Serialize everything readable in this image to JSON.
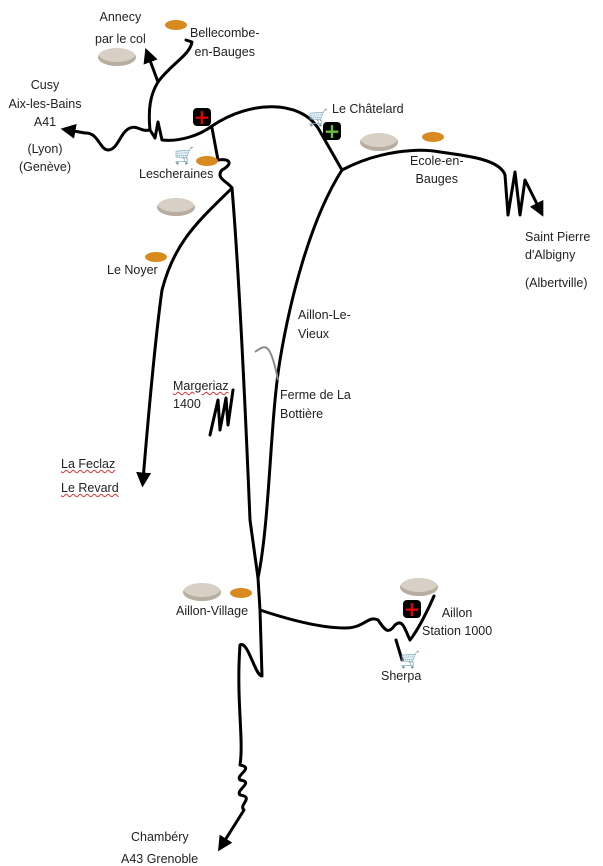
{
  "places": {
    "annecy": [
      "Annecy",
      "par le col"
    ],
    "bellecombe": [
      "Bellecombe-",
      "en-Bauges"
    ],
    "cusy": [
      "Cusy",
      "Aix-les-Bains",
      "A41",
      "(Lyon)",
      "(Genève)"
    ],
    "chatelard": "Le Châtelard",
    "lescheraines": "Lescheraines",
    "ecole": [
      "Ecole-en-",
      "Bauges"
    ],
    "saint_pierre": [
      "Saint Pierre",
      "d'Albigny",
      "(Albertville)"
    ],
    "noyer": "Le Noyer",
    "aillon_vieux": [
      "Aillon-Le-",
      "Vieux"
    ],
    "margeriaz": [
      "Margeriaz",
      "1400"
    ],
    "ferme": [
      "Ferme de La",
      "Bottière"
    ],
    "feclaz": [
      "La Feclaz",
      "Le Revard"
    ],
    "aillon_village": "Aillon-Village",
    "aillon_station": [
      "Aillon",
      "Station 1000"
    ],
    "sherpa": "Sherpa",
    "chambery": [
      "Chambéry",
      "A43 Grenoble"
    ]
  },
  "colors": {
    "road": "#000000",
    "minor_road": "#8a8a8a",
    "cheese": "#d8d0c4",
    "bread": "#d98a1e",
    "cart": "#3bb8d0",
    "pharmacy": "#e00000",
    "doctor": "#6cc040"
  }
}
